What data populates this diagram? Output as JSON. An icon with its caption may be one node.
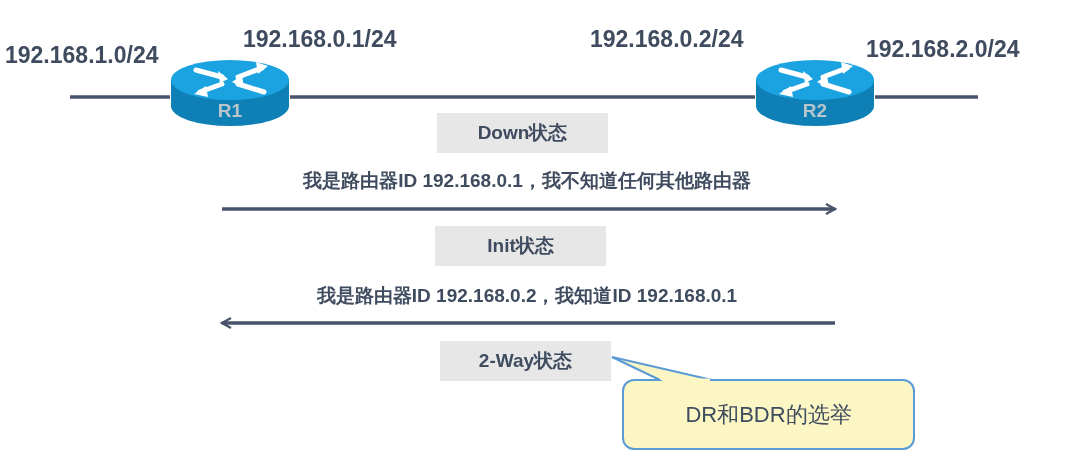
{
  "diagram": {
    "nodes": [
      {
        "text": [
          "R1"
        ]
      },
      {
        "text": [
          "R2"
        ]
      },
      {
        "text": [
          "Down状态"
        ]
      },
      {
        "text": [
          "Init状态"
        ]
      },
      {
        "text": [
          "2-Way状态"
        ]
      },
      {
        "text": [
          "DR和BDR的选举"
        ]
      }
    ],
    "edges": [
      {
        "from": null,
        "to": 0,
        "arrow": "none"
      },
      {
        "from": 0,
        "to": 1,
        "arrow": "none"
      },
      {
        "from": 1,
        "to": null,
        "arrow": "none"
      },
      {
        "from": 5,
        "to": 4,
        "arrow": "none",
        "color": "#5b9bd5"
      }
    ],
    "labels": [
      "192.168.0.1/24",
      "192.168.0.2/24",
      "192.168.1.0/24",
      "192.168.2.0/24",
      "我是路由器ID 192.168.0.1，我不知道任何其他路由器",
      "我是路由器ID 192.168.0.2，我知道ID 192.168.0.1"
    ]
  }
}
